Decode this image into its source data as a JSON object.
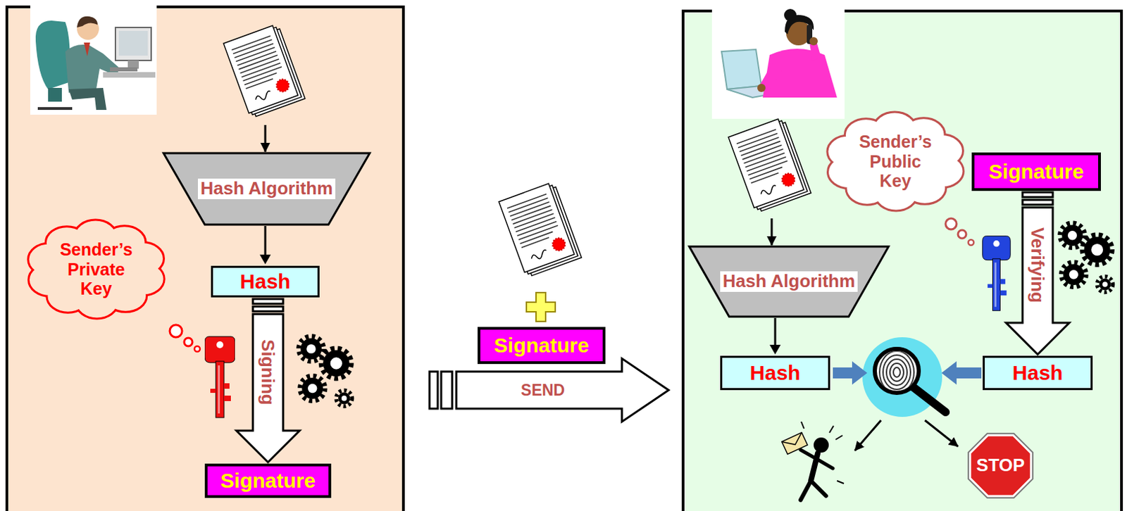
{
  "diagram": {
    "nodes": [
      {
        "text": [
          "Hash Algorithm"
        ]
      },
      {
        "text": [
          "Sender’s Private Key"
        ]
      },
      {
        "text": [
          "Hash"
        ]
      },
      {
        "text": [
          "Signature"
        ]
      },
      {
        "text": [
          "Signature"
        ]
      },
      {
        "text": [
          "Sender’s Public Key"
        ]
      },
      {
        "text": [
          "Signature"
        ]
      },
      {
        "text": [
          "Hash Algorithm"
        ]
      },
      {
        "text": [
          "Hash"
        ]
      },
      {
        "text": [
          "Hash"
        ]
      }
    ],
    "edges": [
      {
        "from": 0,
        "to": 2,
        "arrow": "to"
      },
      {
        "from": 2,
        "to": 3,
        "label": "Signing",
        "arrow": "to"
      },
      {
        "from": 6,
        "to": 9,
        "label": "Verifying",
        "arrow": "to"
      },
      {
        "from": 7,
        "to": 8,
        "arrow": "to"
      }
    ],
    "labels": [
      "SEND",
      "STOP"
    ]
  }
}
